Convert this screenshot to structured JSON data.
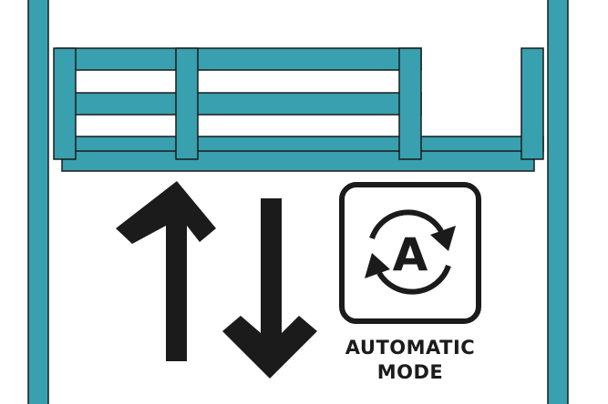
{
  "colors": {
    "frame": "#38a0ae",
    "outline": "#1b1b1b",
    "background": "#ffffff"
  },
  "icons": {
    "up": "arrow-up-icon",
    "down": "arrow-down-icon",
    "auto": "automatic-mode-icon"
  },
  "auto_icon": {
    "letter": "A"
  },
  "caption": {
    "line1": "AUTOMATIC",
    "line2": "MODE"
  }
}
